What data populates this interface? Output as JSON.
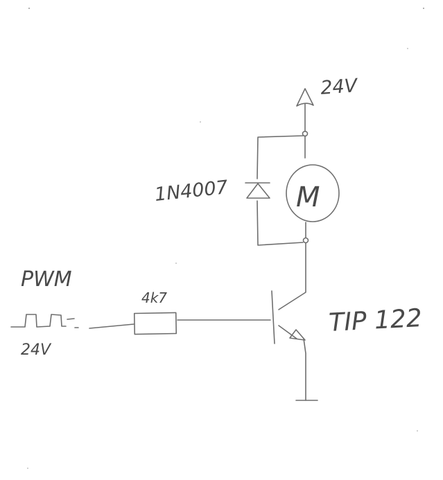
{
  "labels": {
    "supply": "24V",
    "diode": "1N4007",
    "motor": "M",
    "transistor": "TIP 122",
    "input_name": "PWM",
    "input_voltage": "24V",
    "resistor": "4k7"
  },
  "colors": {
    "ink": "#6e6e6e",
    "paper": "#ffffff"
  }
}
